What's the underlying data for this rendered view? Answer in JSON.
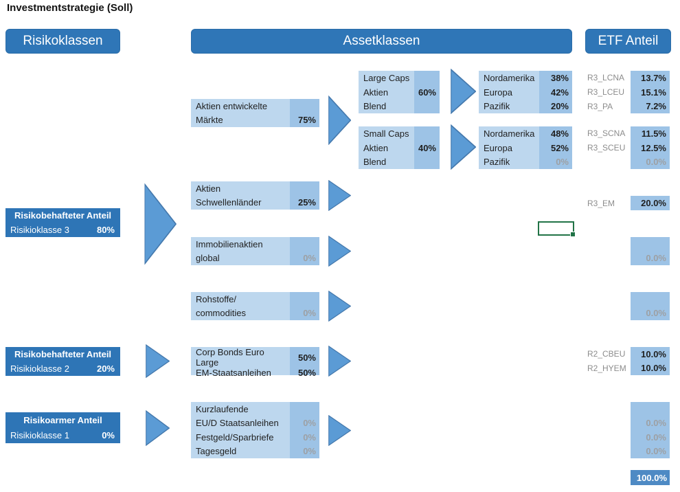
{
  "title": "Investmentstrategie (Soll)",
  "headers": {
    "risk": "Risikoklassen",
    "asset": "Assetklassen",
    "etf": "ETF Anteil"
  },
  "risk": {
    "rk3": {
      "title": "Risikobehafteter Anteil",
      "label": "Risikioklasse 3",
      "value": "80%"
    },
    "rk2": {
      "title": "Risikobehafteter Anteil",
      "label": "Risikioklasse 2",
      "value": "20%"
    },
    "rk1": {
      "title": "Risikoarmer Anteil",
      "label": "Risikioklasse 1",
      "value": "0%"
    }
  },
  "assets": {
    "developed": {
      "line1": "Aktien entwickelte",
      "line2": "Märkte",
      "value": "75%"
    },
    "emerging": {
      "line1": "Aktien",
      "line2": "Schwellenländer",
      "value": "25%"
    },
    "realestate": {
      "line1": "Immobilienaktien",
      "line2": "global",
      "value": "0%"
    },
    "commodities": {
      "line1": "Rohstoffe/",
      "line2": "commodities",
      "value": "0%"
    },
    "bonds": {
      "rows": [
        {
          "label": "Corp Bonds Euro Large",
          "value": "50%"
        },
        {
          "label": "EM-Staatsanleihen",
          "value": "50%"
        }
      ]
    },
    "cash": {
      "rows": [
        {
          "label": "Kurzlaufende",
          "value": ""
        },
        {
          "label": "EU/D Staatsanleihen",
          "value": "0%"
        },
        {
          "label": "Festgeld/Sparbriefe",
          "value": "0%"
        },
        {
          "label": "Tagesgeld",
          "value": "0%"
        }
      ]
    }
  },
  "sub": {
    "large": {
      "line1": "Large Caps",
      "line2": "Aktien",
      "line3": "Blend",
      "value": "60%"
    },
    "small": {
      "line1": "Small Caps",
      "line2": "Aktien",
      "line3": "Blend",
      "value": "40%"
    }
  },
  "regions": {
    "large": {
      "rows": [
        {
          "label": "Nordamerika",
          "value": "38%"
        },
        {
          "label": "Europa",
          "value": "42%"
        },
        {
          "label": "Pazifik",
          "value": "20%"
        }
      ]
    },
    "small": {
      "rows": [
        {
          "label": "Nordamerika",
          "value": "48%"
        },
        {
          "label": "Europa",
          "value": "52%"
        },
        {
          "label": "Pazifik",
          "value": "0%"
        }
      ]
    }
  },
  "etf": {
    "large": {
      "rows": [
        {
          "code": "R3_LCNA",
          "value": "13.7%"
        },
        {
          "code": "R3_LCEU",
          "value": "15.1%"
        },
        {
          "code": "R3_PA",
          "value": "7.2%"
        }
      ]
    },
    "small": {
      "rows": [
        {
          "code": "R3_SCNA",
          "value": "11.5%"
        },
        {
          "code": "R3_SCEU",
          "value": "12.5%"
        },
        {
          "code": "",
          "value": "0.0%"
        }
      ]
    },
    "em": {
      "code": "R3_EM",
      "value": "20.0%"
    },
    "realestate": {
      "value": "0.0%"
    },
    "commodities": {
      "value": "0.0%"
    },
    "bonds": {
      "rows": [
        {
          "code": "R2_CBEU",
          "value": "10.0%"
        },
        {
          "code": "R2_HYEM",
          "value": "10.0%"
        }
      ]
    },
    "cash": {
      "values": [
        "0.0%",
        "0.0%",
        "0.0%"
      ]
    },
    "total": "100.0%"
  },
  "colors": {
    "header_blue": "#2F76B7",
    "risk_box_blue": "#2E75B6",
    "box_light_blue": "#BDD7EE",
    "box_mid_blue": "#9DC3E6",
    "arrow_blue": "#5B9BD5",
    "total_box_blue": "#4E8AC4",
    "selection_green": "#217346",
    "muted_gray": "#9DA0A4",
    "code_gray": "#8C8C8C"
  }
}
